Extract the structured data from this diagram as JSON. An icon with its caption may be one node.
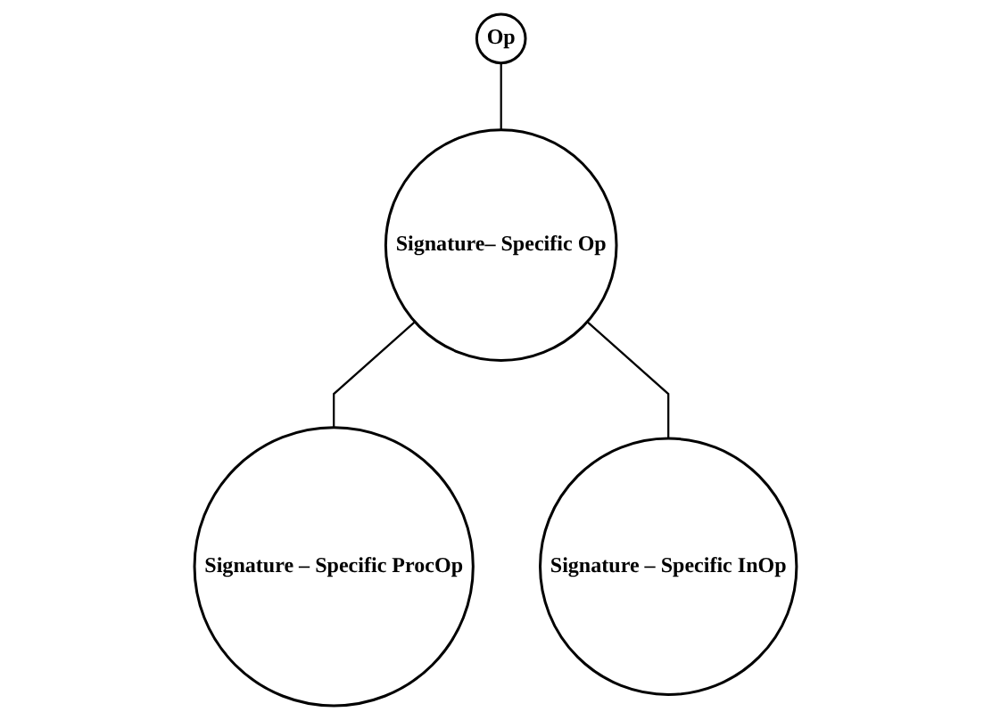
{
  "diagram": {
    "nodes": [
      {
        "text": [
          "Op"
        ]
      },
      {
        "text": [
          "Signature– Specific Op"
        ]
      },
      {
        "text": [
          "Signature – Specific ProcOp"
        ]
      },
      {
        "text": [
          "Signature – Specific InOp"
        ]
      }
    ],
    "edges": [
      {
        "from": 0,
        "to": 1,
        "arrow": "none"
      },
      {
        "from": 1,
        "to": 2,
        "arrow": "none"
      },
      {
        "from": 1,
        "to": 3,
        "arrow": "none"
      }
    ]
  }
}
